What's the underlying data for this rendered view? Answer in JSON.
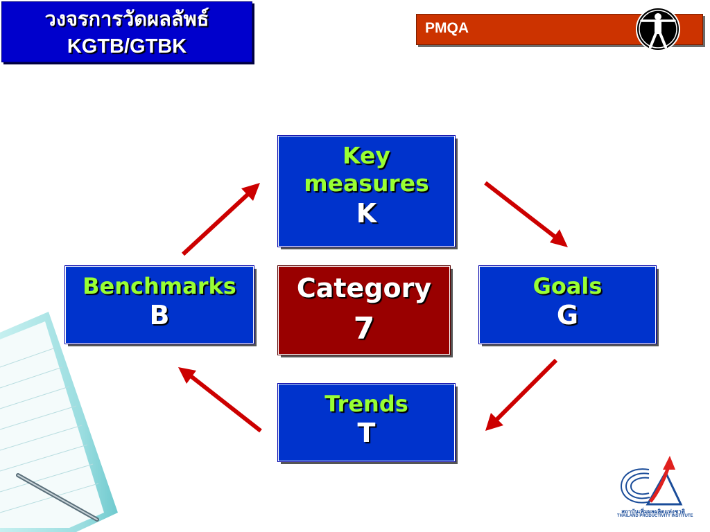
{
  "slide": {
    "title_line1": "วงจรการวัดผลลัพธ์",
    "title_line2": "KGTB/GTBK",
    "header_label": "PMQA"
  },
  "center": {
    "label": "Category",
    "number": "7"
  },
  "nodes": {
    "key": {
      "line1": "Key",
      "line2": "measures",
      "letter": "K"
    },
    "goals": {
      "label": "Goals",
      "letter": "G"
    },
    "trends": {
      "label": "Trends",
      "letter": "T"
    },
    "benchmarks": {
      "label": "Benchmarks",
      "letter": "B"
    }
  },
  "logo": {
    "thai_name": "สถาบันเพิ่มผลผลิตแห่งชาติ",
    "english_name": "THAILAND PRODUCTIVITY INSTITUTE"
  },
  "colors": {
    "title_bg": "#0000cc",
    "header_bar": "#cc3300",
    "node_bg": "#0033cc",
    "center_bg": "#990000",
    "node_text": "#99ff33",
    "arrow": "#cc0000"
  },
  "icons": [
    "vitruvian-man-icon",
    "notepad-graphic",
    "tpi-logo-icon"
  ]
}
